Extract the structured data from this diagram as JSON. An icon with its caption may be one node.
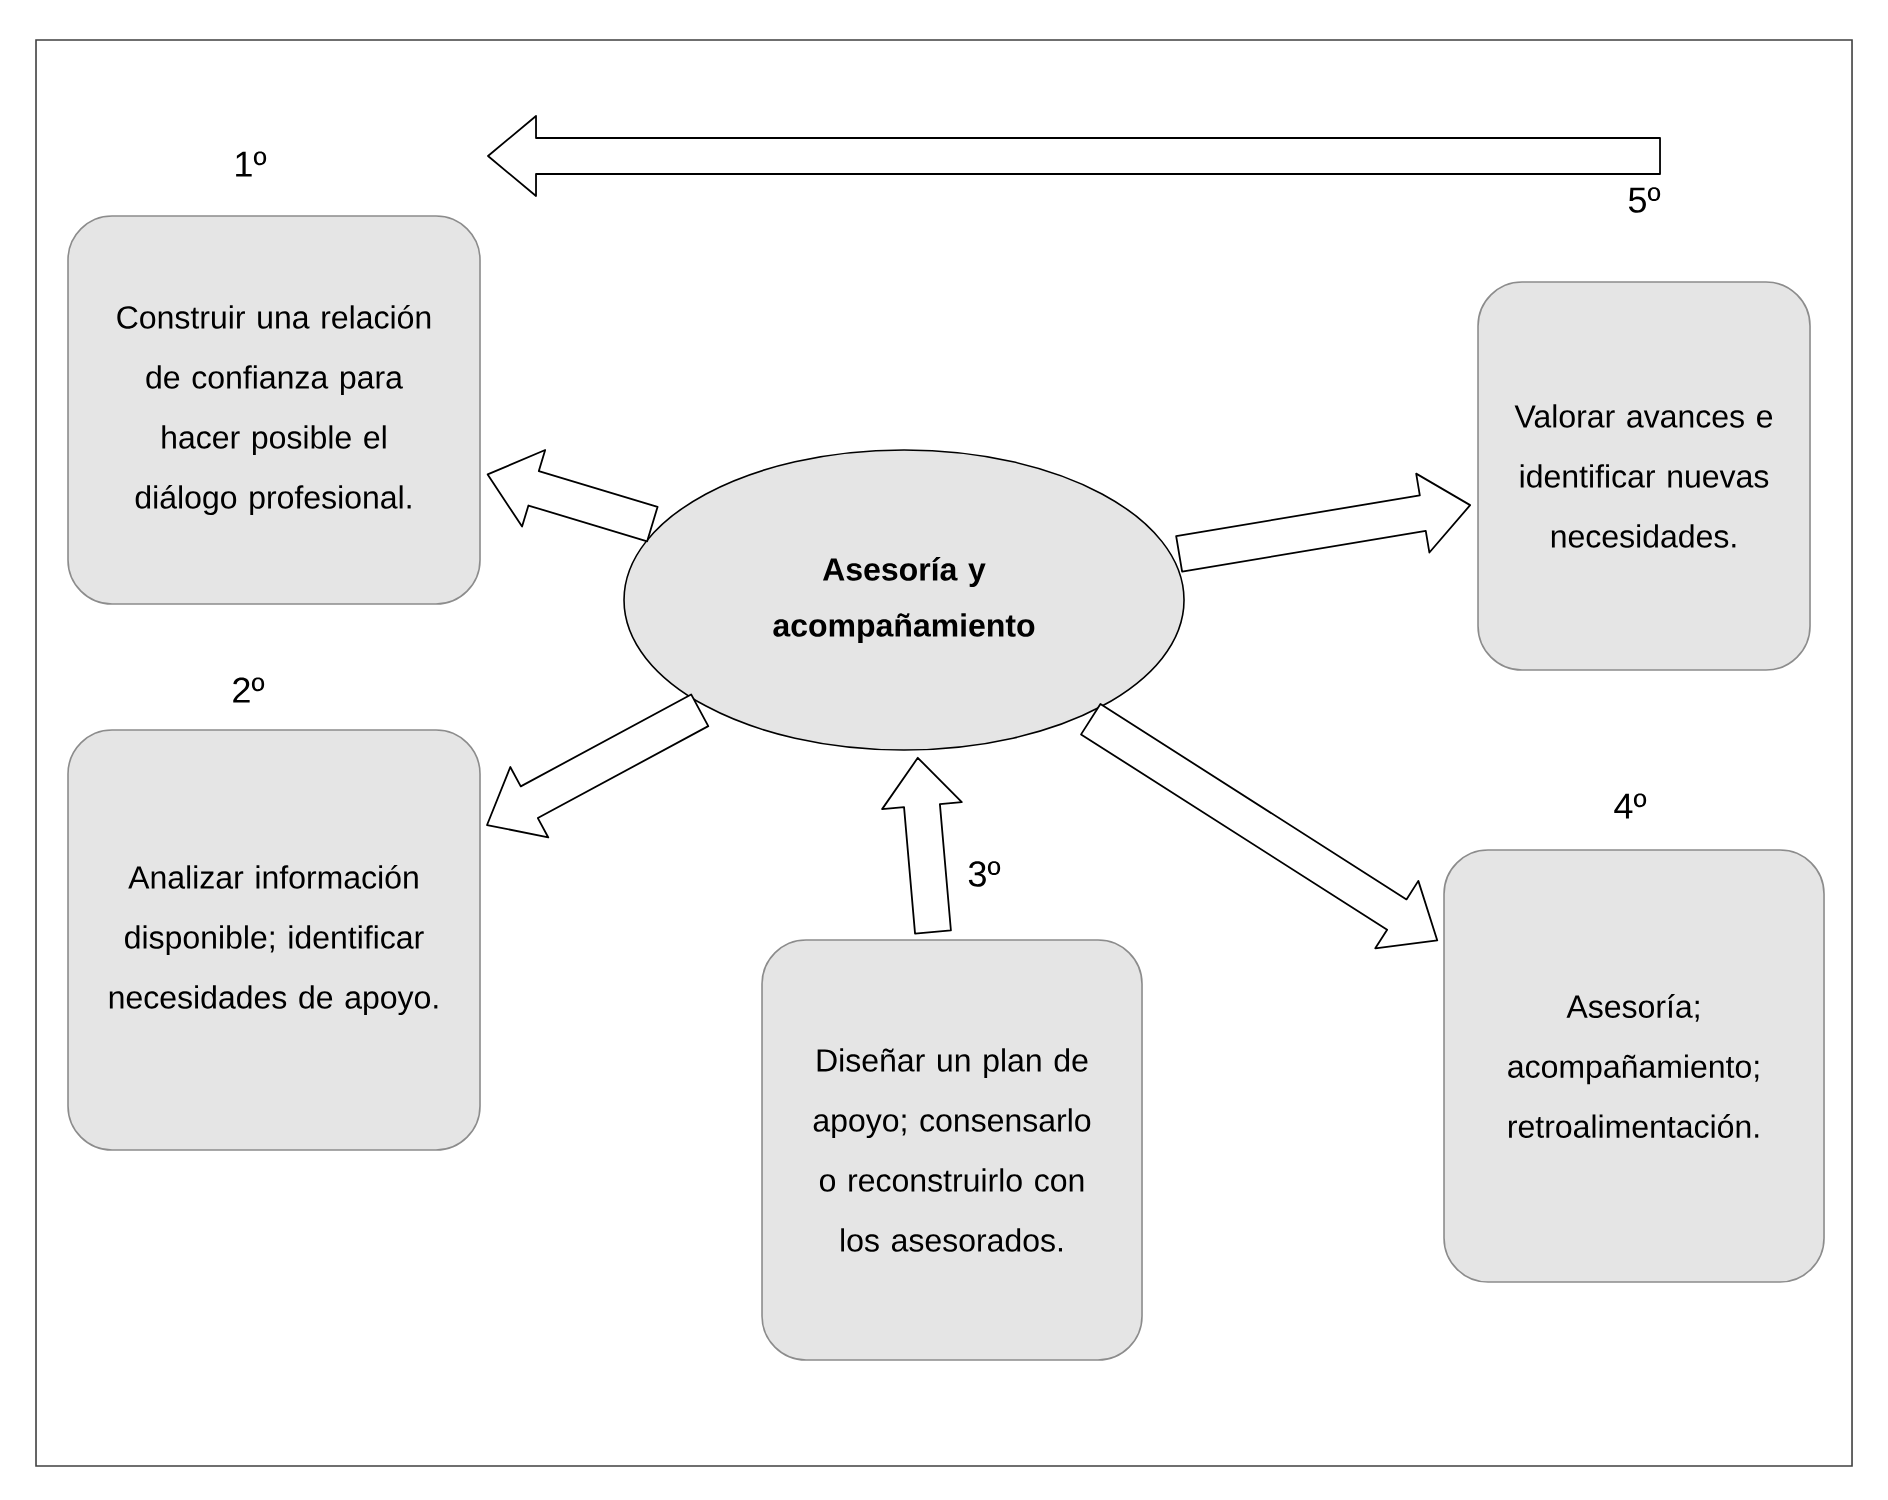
{
  "diagram": {
    "nodes": [
      {
        "text": [
          "Asesoría y acompañamiento"
        ]
      },
      {
        "text": [
          "Construir una relación de confianza para hacer posible el diálogo profesional."
        ],
        "beside": [
          "1º"
        ]
      },
      {
        "text": [
          "Analizar información disponible; identificar necesidades de apoyo."
        ],
        "beside": [
          "2º"
        ]
      },
      {
        "text": [
          "Diseñar un plan de apoyo; consensarlo o reconstruirlo con los asesorados."
        ],
        "beside": [
          "3º"
        ]
      },
      {
        "text": [
          "Asesoría; acompañamiento; retroalimentación."
        ],
        "beside": [
          "4º"
        ]
      },
      {
        "text": [
          "Valorar avances e identificar nuevas necesidades."
        ],
        "beside": [
          "5º"
        ]
      }
    ],
    "edges": [
      {
        "from": 0,
        "to": 1,
        "arrow": "to"
      },
      {
        "from": 0,
        "to": 2,
        "arrow": "to"
      },
      {
        "from": 3,
        "to": 0,
        "arrow": "to"
      },
      {
        "from": 0,
        "to": 4,
        "arrow": "to"
      },
      {
        "from": 0,
        "to": 5,
        "arrow": "to"
      },
      {
        "from": 5,
        "to": 1,
        "arrow": "to"
      }
    ]
  }
}
